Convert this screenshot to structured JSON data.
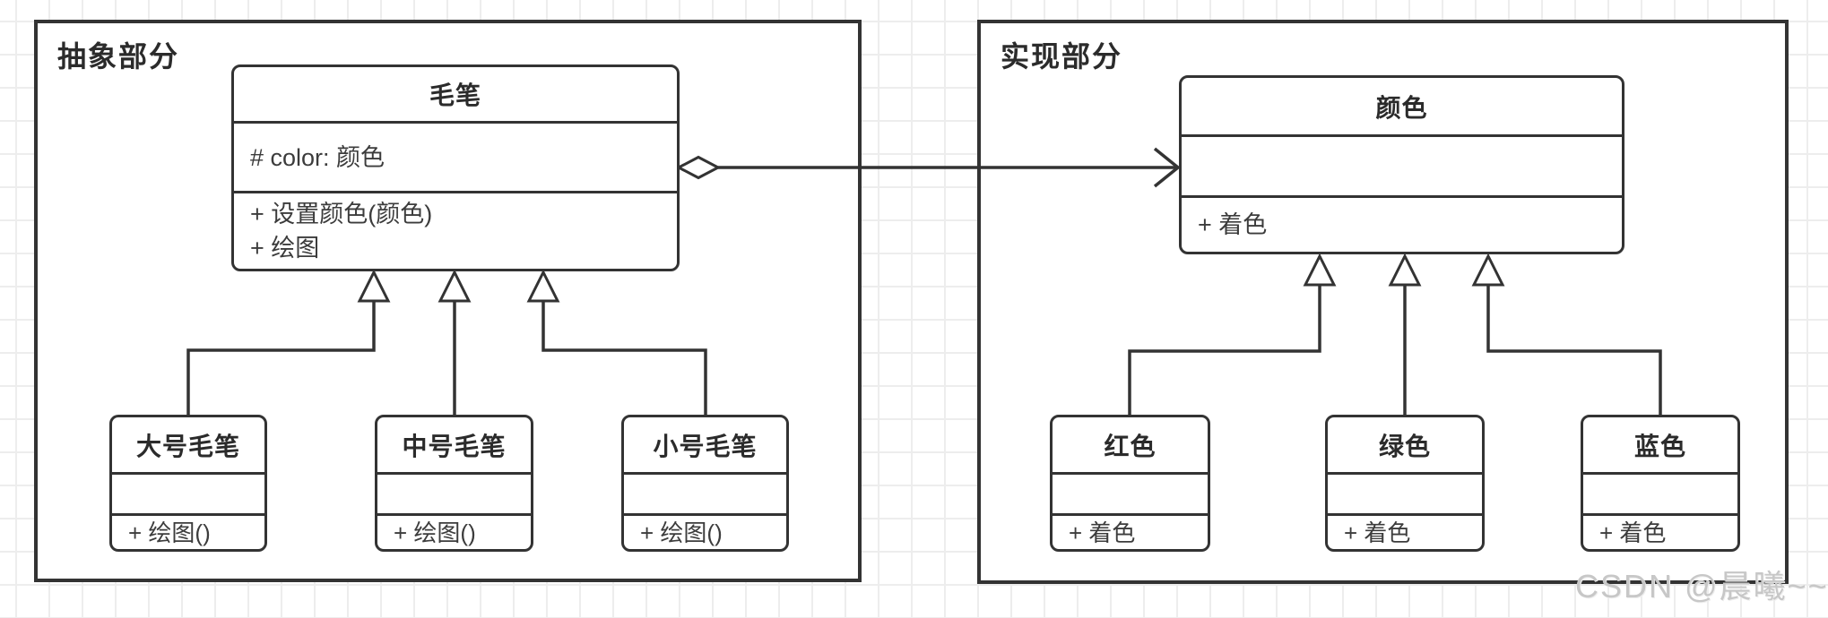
{
  "sections": {
    "abstraction": {
      "label": "抽象部分",
      "parent_class": {
        "name": "毛笔",
        "attributes": [
          "# color: 颜色"
        ],
        "methods": [
          "+ 设置颜色(颜色)",
          "+ 绘图"
        ]
      },
      "subclasses": [
        {
          "name": "大号毛笔",
          "attributes": [],
          "methods": [
            "+ 绘图()"
          ]
        },
        {
          "name": "中号毛笔",
          "attributes": [],
          "methods": [
            "+ 绘图()"
          ]
        },
        {
          "name": "小号毛笔",
          "attributes": [],
          "methods": [
            "+ 绘图()"
          ]
        }
      ]
    },
    "implementation": {
      "label": "实现部分",
      "parent_class": {
        "name": "颜色",
        "attributes": [],
        "methods": [
          "+ 着色"
        ]
      },
      "subclasses": [
        {
          "name": "红色",
          "attributes": [],
          "methods": [
            "+ 着色"
          ]
        },
        {
          "name": "绿色",
          "attributes": [],
          "methods": [
            "+ 着色"
          ]
        },
        {
          "name": "蓝色",
          "attributes": [],
          "methods": [
            "+ 着色"
          ]
        }
      ]
    }
  },
  "relations": [
    {
      "type": "aggregation",
      "from": "毛笔",
      "to": "颜色"
    },
    {
      "type": "generalization",
      "from": "大号毛笔",
      "to": "毛笔"
    },
    {
      "type": "generalization",
      "from": "中号毛笔",
      "to": "毛笔"
    },
    {
      "type": "generalization",
      "from": "小号毛笔",
      "to": "毛笔"
    },
    {
      "type": "generalization",
      "from": "红色",
      "to": "颜色"
    },
    {
      "type": "generalization",
      "from": "绿色",
      "to": "颜色"
    },
    {
      "type": "generalization",
      "from": "蓝色",
      "to": "颜色"
    }
  ],
  "watermark": "CSDN @晨曦~~",
  "colors": {
    "line": "#333333",
    "title_text": "#2b2b2b",
    "member_text": "#3c3c3c",
    "grid": "#ededed",
    "background": "#ffffff",
    "watermark": "#c7c7c7"
  }
}
